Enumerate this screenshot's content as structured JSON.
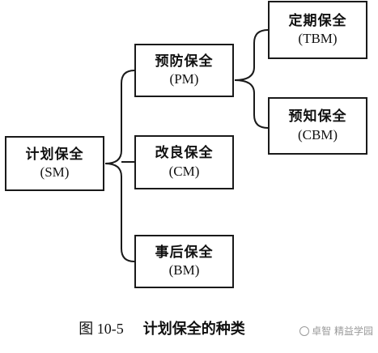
{
  "nodes": {
    "sm": {
      "zh": "计划保全",
      "en": "(SM)"
    },
    "pm": {
      "zh": "预防保全",
      "en": "(PM)"
    },
    "cm": {
      "zh": "改良保全",
      "en": "(CM)"
    },
    "bm": {
      "zh": "事后保全",
      "en": "(BM)"
    },
    "tbm": {
      "zh": "定期保全",
      "en": "(TBM)"
    },
    "cbm": {
      "zh": "预知保全",
      "en": "(CBM)"
    }
  },
  "caption": {
    "number": "图 10-5",
    "title": "计划保全的种类"
  },
  "watermark": "卓智 精益学园",
  "colors": {
    "line": "#1a1a1a",
    "watermark": "#9a9a9a"
  }
}
